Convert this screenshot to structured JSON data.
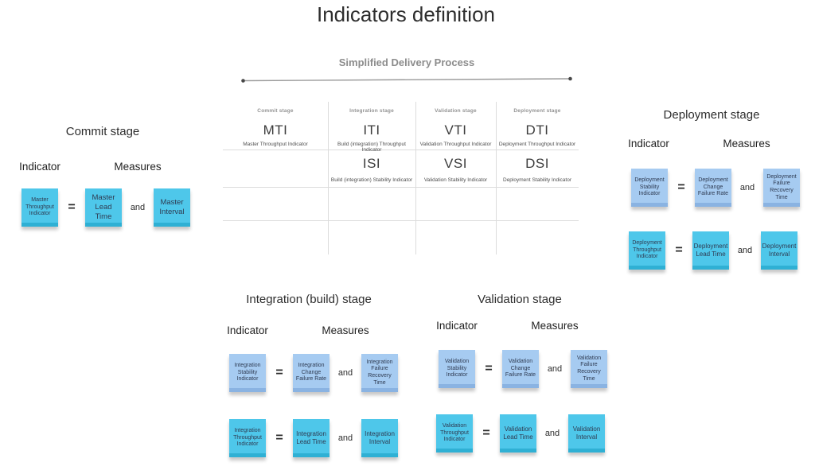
{
  "title": "Indicators definition",
  "process": {
    "label": "Simplified Delivery Process"
  },
  "labels": {
    "indicator": "Indicator",
    "measures": "Measures"
  },
  "connectors": {
    "equals": "=",
    "and": "and"
  },
  "table": {
    "stages": [
      "Commit stage",
      "Integration stage",
      "Validation stage",
      "Deployment stage"
    ],
    "throughput_row": [
      {
        "acronym": "MTI",
        "name": "Master Throughput Indicator"
      },
      {
        "acronym": "ITI",
        "name": "Build (integration) Throughput Indicator"
      },
      {
        "acronym": "VTI",
        "name": "Validation Throughput Indicator"
      },
      {
        "acronym": "DTI",
        "name": "Deployment Throughput Indicator"
      }
    ],
    "stability_row": [
      {
        "acronym": "",
        "name": ""
      },
      {
        "acronym": "ISI",
        "name": "Build (integration) Stability Indicator"
      },
      {
        "acronym": "VSI",
        "name": "Validation Stability Indicator"
      },
      {
        "acronym": "DSI",
        "name": "Deployment Stability Indicator"
      }
    ]
  },
  "groups": [
    {
      "title": "Commit stage",
      "equations": [
        {
          "indicator": "Master Throughput Indicator",
          "measure1": "Master Lead Time",
          "measure2": "Master Interval"
        }
      ]
    },
    {
      "title": "Integration (build) stage",
      "equations": [
        {
          "indicator": "Integration Stability Indicator",
          "measure1": "Integration Change Failure Rate",
          "measure2": "Integration Failure Recovery Time"
        },
        {
          "indicator": "Integration Throughput Indicator",
          "measure1": "Integration Lead Time",
          "measure2": "Integration Interval"
        }
      ]
    },
    {
      "title": "Validation stage",
      "equations": [
        {
          "indicator": "Validation Stability Indicator",
          "measure1": "Validation Change Failure Rate",
          "measure2": "Validation Failure Recovery Time"
        },
        {
          "indicator": "Validation Throughput Indicator",
          "measure1": "Validation Lead Time",
          "measure2": "Validation Interval"
        }
      ]
    },
    {
      "title": "Deployment stage",
      "equations": [
        {
          "indicator": "Deployment Stability Indicator",
          "measure1": "Deployment Change Failure Rate",
          "measure2": "Deployment Failure Recovery Time"
        },
        {
          "indicator": "Deployment Throughput Indicator",
          "measure1": "Deployment Lead Time",
          "measure2": "Deployment Interval"
        }
      ]
    }
  ],
  "colors": {
    "sticky_cyan": "#4ec7ea",
    "sticky_cyan_fold": "#2fb0d4",
    "sticky_blue": "#a6cbf1",
    "sticky_blue_fold": "#8ab3e2",
    "line_gray": "#dcdcdc"
  }
}
